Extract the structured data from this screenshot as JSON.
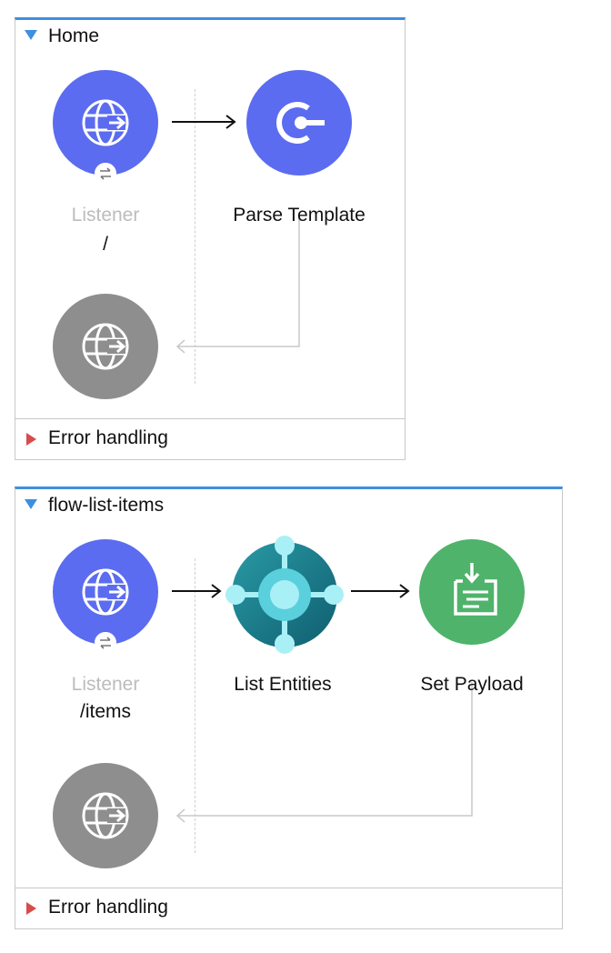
{
  "flows": [
    {
      "title": "Home",
      "error_handling_label": "Error handling",
      "source": {
        "name": "Listener",
        "path": "/",
        "icon": "globe-listener-icon",
        "color": "#5b6cf0"
      },
      "processors": [
        {
          "name": "Parse Template",
          "icon": "parse-template-icon",
          "color": "#5b6cf0"
        }
      ],
      "response": {
        "icon": "globe-listener-icon",
        "color": "#8e8e8e"
      }
    },
    {
      "title": "flow-list-items",
      "error_handling_label": "Error handling",
      "source": {
        "name": "Listener",
        "path": "/items",
        "icon": "globe-listener-icon",
        "color": "#5b6cf0"
      },
      "processors": [
        {
          "name": "List Entities",
          "icon": "dynamics-connector-icon",
          "color": "#1b7d8a"
        },
        {
          "name": "Set Payload",
          "icon": "set-payload-icon",
          "color": "#4fb36b"
        }
      ],
      "response": {
        "icon": "globe-listener-icon",
        "color": "#8e8e8e"
      }
    }
  ],
  "colors": {
    "accent": "#3d8fe0",
    "error_marker": "#d94b4b",
    "muted_text": "#bcbcbc"
  }
}
